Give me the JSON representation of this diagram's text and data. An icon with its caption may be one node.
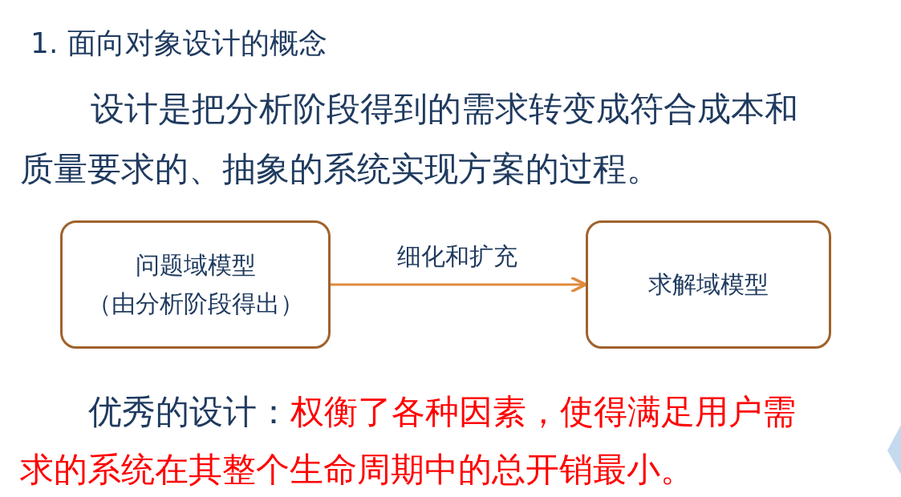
{
  "diagram": {
    "title": "1. 面向对象设计的概念",
    "nodes": [
      {
        "text": [
          "问题域模型",
          "（由分析阶段得出）"
        ]
      },
      {
        "text": [
          "求解域模型"
        ]
      }
    ],
    "edges": [
      {
        "from": 0,
        "to": 1,
        "arrow": "to",
        "label": "细化和扩充"
      }
    ],
    "labels": [
      "设计是把分析阶段得到的需求转变成符合成本和质量要求的、抽象的系统实现方案的过程。",
      "优秀的设计：",
      "权衡了各种因素，使得满足用户需求的系统在其整个生命周期中的总开销最小。"
    ]
  }
}
